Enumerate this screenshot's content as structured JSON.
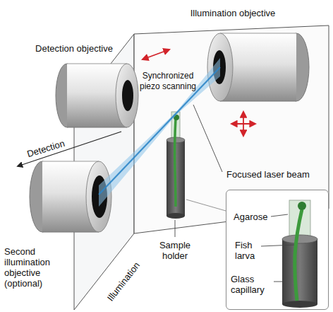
{
  "diagram": {
    "nodes": [
      {
        "text": [
          "Agarose",
          "Fish larva",
          "Glass capillary"
        ]
      }
    ],
    "labels": [
      "Illumination objective",
      "Detection objective",
      "Synchronized piezo scanning",
      "Detection",
      "Focused laser beam",
      "Second illumination objective (optional)",
      "Sample holder",
      "Illumination"
    ]
  }
}
